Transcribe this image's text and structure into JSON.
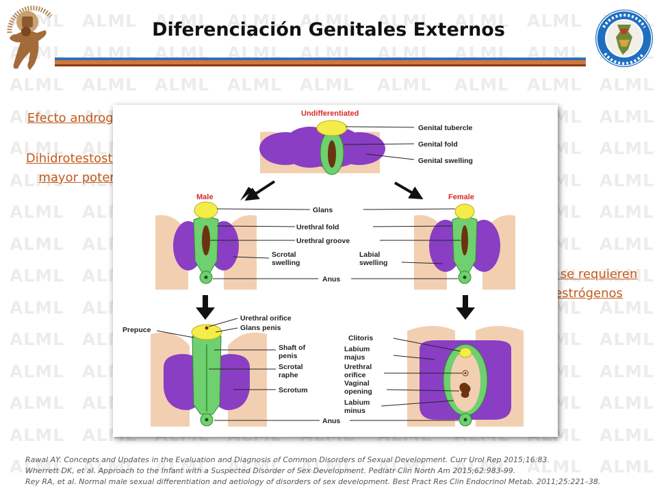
{
  "watermark": {
    "text": "ALML"
  },
  "header": {
    "title": "Diferenciación Genitales Externos"
  },
  "left_notes": {
    "effect": "Efecto androgénico",
    "hormone_line1": "Dihidrotestosterona",
    "hormone_line2": "mayor potencia"
  },
  "right_notes": {
    "line1": "No se requieren",
    "line2": "estrógenos"
  },
  "figure": {
    "headings": {
      "undifferentiated": "Undifferentiated",
      "male": "Male",
      "female": "Female"
    },
    "labels": {
      "genital_tubercle": "Genital tubercle",
      "genital_fold": "Genital fold",
      "genital_swelling": "Genital swelling",
      "glans": "Glans",
      "urethral_fold": "Urethral fold",
      "urethral_groove": "Urethral groove",
      "scrotal": "Scrotal",
      "labial": "Labial",
      "swelling": "swelling",
      "anus": "Anus",
      "urethral_orifice": "Urethral orifice",
      "glans_penis": "Glans penis",
      "prepuce": "Prepuce",
      "shaft_of": "Shaft of",
      "penis": "penis",
      "raphe": "raphe",
      "scrotum": "Scrotum",
      "clitoris": "Clitoris",
      "labium": "Labium",
      "majus": "majus",
      "urethral": "Urethral",
      "orifice": "orifice",
      "vaginal": "Vaginal",
      "opening": "opening",
      "minus": "minus"
    },
    "colors": {
      "tubercle": "#f4ec48",
      "fold": "#6fd06f",
      "swelling": "#8a3ec4",
      "skin": "#f2cfb1",
      "groove": "#6b3410",
      "heading": "#d6292b"
    }
  },
  "references": [
    "Rawal AY. Concepts and Updates in the Evaluation and Diagnosis of Common Disorders of Sexual Development. Curr Urol Rep 2015;16:83.",
    "Wherrett DK, et al. Approach to the Infant with a Suspected Disorder of Sex Development. Pediatr Clin North Am 2015;62:983-99.",
    "Rey RA, et al. Normal male sexual differentiation and aetiology of disorders of sex development. Best Pract Res Clin Endocrinol Metab. 2011;25:221–38."
  ]
}
